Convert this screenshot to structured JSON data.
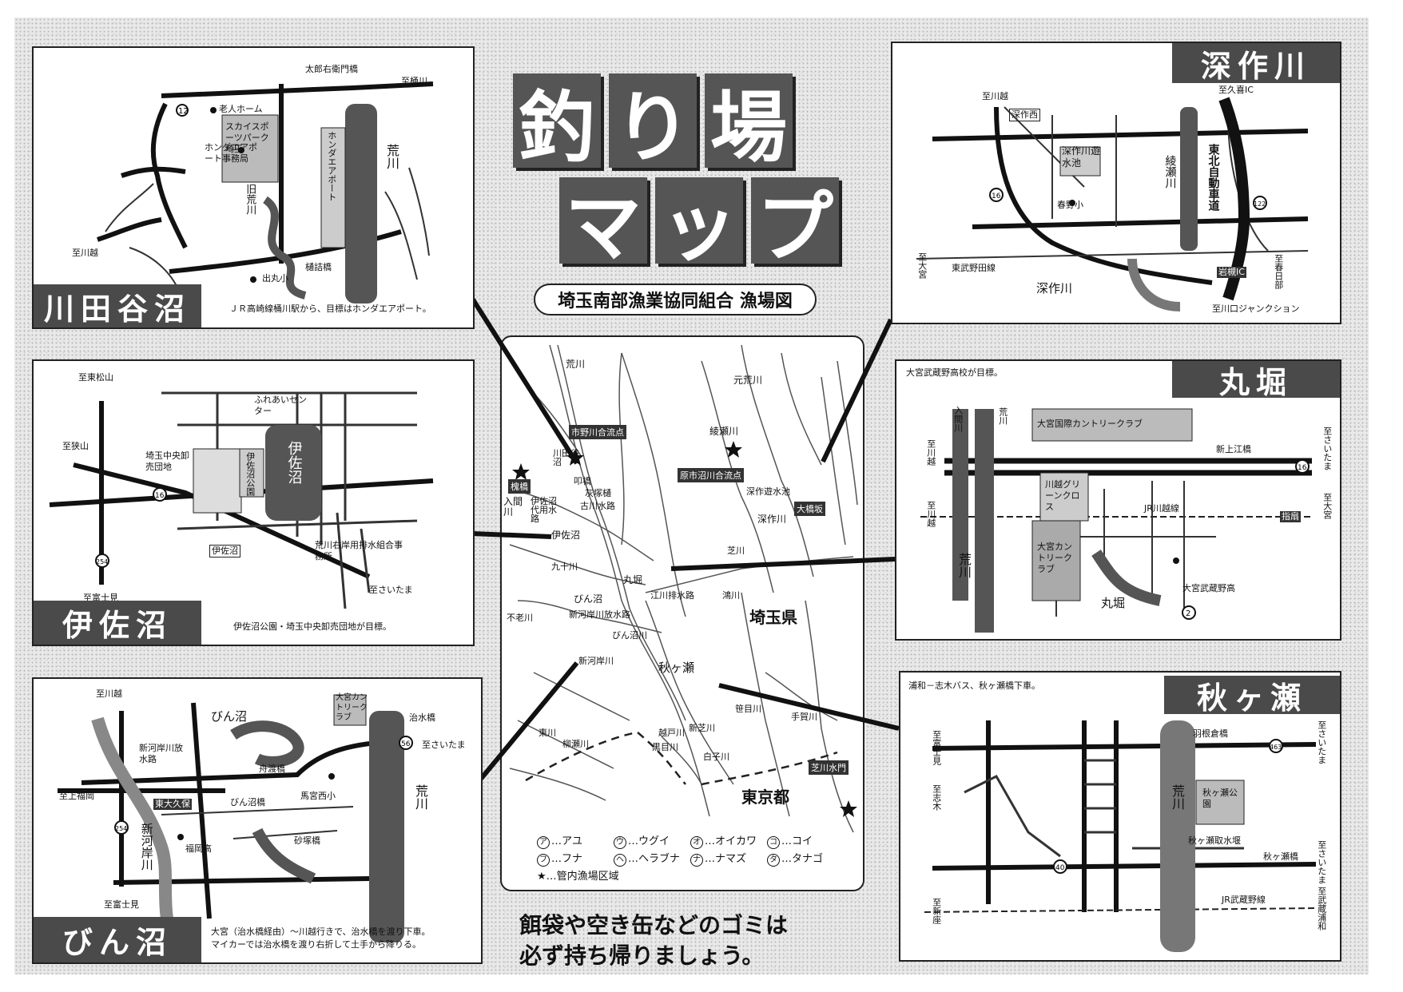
{
  "title": {
    "line1": [
      "釣",
      "り",
      "場"
    ],
    "line2": [
      "マ",
      "ッ",
      "プ"
    ],
    "subtitle": "埼玉南部漁業協同組合 漁場図"
  },
  "footer": {
    "line1": "餌袋や空き缶などのゴミは",
    "line2": "必ず持ち帰りましょう。"
  },
  "panels": {
    "kawatayanuma": {
      "name": "川田谷沼",
      "note": "ＪＲ高崎線桶川駅から、目標はホンダエアポート。",
      "labels": {
        "taro": "太郎右衛門橋",
        "okegawa": "至桶川",
        "rojin": "老人ホーム",
        "skypark": "スカイスポーツパーク埼玉",
        "honda_air": "ホンダエアポート",
        "honda_office": "ホンダエアポート事務局",
        "kyu_arakawa": "旧荒川",
        "arakawa": "荒川",
        "kawagoe": "至川越",
        "hizume": "樋詰橋",
        "demaru": "出丸小",
        "route": "12"
      }
    },
    "fukasakugawa": {
      "name": "深作川",
      "labels": {
        "kawagoe": "至川越",
        "fukasakunishi": "深作西",
        "kuki": "至久喜IC",
        "yusuichi": "深作川遊水池",
        "ayasegawa": "綾瀬川",
        "tohoku": "東北自動車道",
        "haruno": "春野小",
        "omiya": "至大宮",
        "tobu": "東武野田線",
        "fukasakugawa": "深作川",
        "iwatsuki": "岩槻IC",
        "kasukabe": "至春日部",
        "junction": "至川口ジャンクション",
        "r16": "16",
        "r122": "122"
      }
    },
    "isanuma": {
      "name": "伊佐沼",
      "note": "伊佐沼公園・埼玉中央卸売団地が目標。",
      "labels": {
        "higashimatsuyama": "至東松山",
        "fureai": "ふれあいセンター",
        "sayama": "至狭山",
        "oroshi": "埼玉中央卸売団地",
        "isanuma_park": "伊佐沼公園",
        "isanuma": "伊佐沼",
        "station": "伊佐沼",
        "haisui": "荒川右岸用排水組合事務所",
        "fujimi": "至富士見",
        "saitama": "至さいたま",
        "r16": "16",
        "r254": "254"
      }
    },
    "maruhori": {
      "name": "丸堀",
      "note": "大宮武蔵野高校が目標。",
      "labels": {
        "iruma": "入間川",
        "arakawa_top": "荒川",
        "country": "大宮国際カントリークラブ",
        "shinkamie": "新上江橋",
        "saitama": "至さいたま",
        "kawagoe1": "至川越",
        "kawagoe2": "至川越",
        "kawagoe_club": "川越グリーンクロス",
        "jr": "JR川越線",
        "sashiogi": "指扇",
        "omiya": "至大宮",
        "omiya_country": "大宮カントリークラブ",
        "arakawa": "荒川",
        "maruhori": "丸堀",
        "school": "大宮武蔵野高",
        "r16": "16",
        "r2": "2"
      }
    },
    "binnuma": {
      "name": "びん沼",
      "note1": "大宮（治水橋経由）～川越行きで、治水橋を渡り下車。",
      "note2": "マイカーでは治水橋を渡り右折して土手から降りる。",
      "labels": {
        "kawagoe": "至川越",
        "binnuma": "びん沼",
        "country": "大宮カントリークラブ",
        "jisui": "治水橋",
        "saitama": "至さいたま",
        "shinkagan": "新河岸川放水路",
        "funato": "舟渡橋",
        "kamifukuoka": "至上福岡",
        "higashiokubo": "東大久保",
        "binnuma_bridge": "びん沼橋",
        "umamiya": "馬宮西小",
        "arakawa": "荒川",
        "shinkagan_river": "新河岸川",
        "fukuoka": "福岡高",
        "sunazuka": "砂塚橋",
        "fujimi": "至富士見",
        "r56": "56",
        "r254": "254"
      }
    },
    "akigase": {
      "name": "秋ヶ瀬",
      "note": "浦和－志木バス、秋ヶ瀬橋下車。",
      "labels": {
        "fujimi": "至富士見",
        "hanegura": "羽根倉橋",
        "saitama1": "至さいたま",
        "shiki": "至志木",
        "arakawa": "荒川",
        "park": "秋ヶ瀬公園",
        "saitama2": "至さいたま",
        "akigase_bridge": "秋ヶ瀬橋",
        "weir": "秋ヶ瀬取水堰",
        "jr": "JR武蔵野線",
        "niiza": "至新座",
        "musashiurawa": "至武蔵浦和",
        "r40": "40",
        "r463": "463"
      }
    }
  },
  "center_map": {
    "labels": {
      "arakawa": "荒川",
      "motoarakawa": "元荒川",
      "ayasegawa": "綾瀬川",
      "ichinokawa": "市野川合流点",
      "harashin": "原市沼川合流点",
      "kawatayanuma": "川田谷沼",
      "kamihashi": "槐橋",
      "hachiman": "灰塚樋",
      "iruma": "入間川",
      "isanuma_v": "伊佐沼",
      "daiyo": "伊佐沼代用水路",
      "furukawa": "古川水路",
      "gouken": "叩橋",
      "fukasaku_yusui": "深作遊水池",
      "okubo": "大橋坂",
      "fukasakugawa": "深作川",
      "shibakawa": "芝川",
      "kuji": "九十川",
      "maruhori": "丸堀",
      "egawa": "江川排水路",
      "binnuma": "びん沼",
      "shinkagan": "新河岸川放水路",
      "binnuma_river": "びん沼川",
      "kakkawa": "鴻川",
      "saitama": "埼玉県",
      "furoukawa": "不老川",
      "shinkagan_river": "新河岸川",
      "akigase": "秋ヶ瀬",
      "sasame": "笹目川",
      "higashi": "東川",
      "yanase": "柳瀬川",
      "koshido": "越戸川",
      "kurome": "黒目川",
      "shirako": "白子川",
      "tokyo": "東京都",
      "shibakawa_mizu": "芝川水門",
      "shinkashi": "新芝川",
      "teshiko": "手賀川"
    },
    "legend": [
      {
        "mark": "ア",
        "name": "アユ"
      },
      {
        "mark": "ウ",
        "name": "ウグイ"
      },
      {
        "mark": "オ",
        "name": "オイカワ"
      },
      {
        "mark": "コ",
        "name": "コイ"
      },
      {
        "mark": "フ",
        "name": "フナ"
      },
      {
        "mark": "ヘ",
        "name": "ヘラブナ"
      },
      {
        "mark": "ナ",
        "name": "ナマズ"
      },
      {
        "mark": "タ",
        "name": "タナゴ"
      }
    ],
    "legend_area": "管内漁場区域",
    "legend_sep": "…"
  }
}
